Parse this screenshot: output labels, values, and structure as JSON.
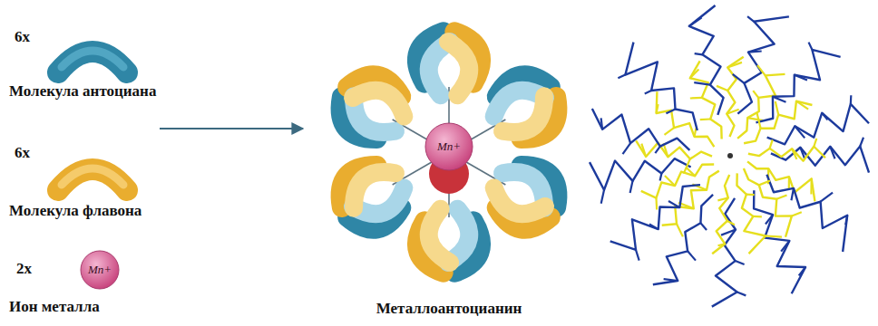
{
  "diagram": {
    "nodes": [
      {
        "text": [
          "Mn+"
        ]
      },
      {
        "text": [
          "Mn+"
        ]
      }
    ],
    "labels": [
      "6x",
      "Молекула антоциана",
      "6x",
      "Молекула флавона",
      "2x",
      "Ион металла",
      "Металлоантоцианин"
    ]
  }
}
